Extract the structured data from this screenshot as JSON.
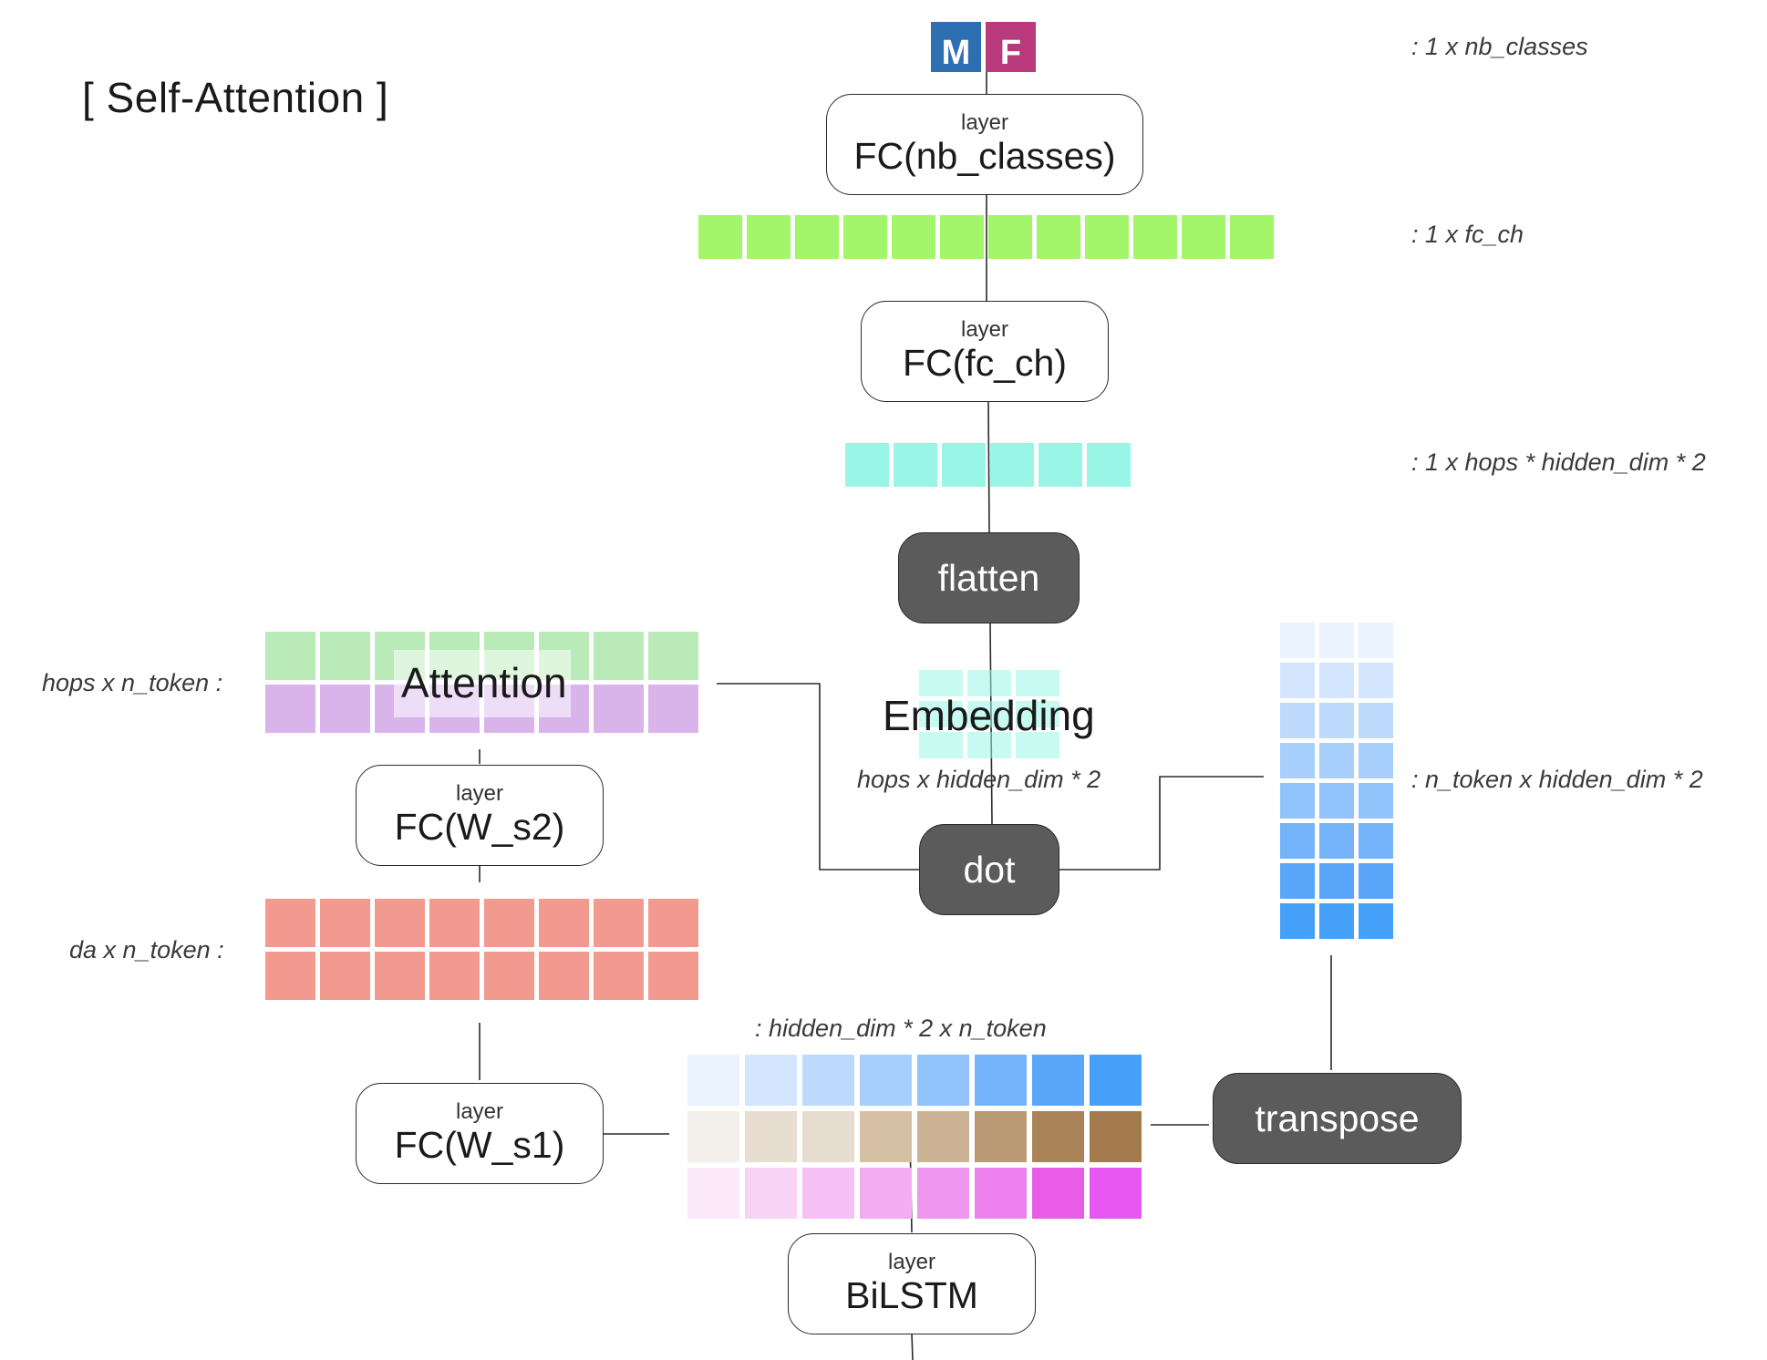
{
  "title": "[ Self-Attention ]",
  "output": {
    "badges": [
      {
        "text": "M",
        "color": "#2e6fb2"
      },
      {
        "text": "F",
        "color": "#b83a7a"
      }
    ]
  },
  "layers": {
    "fc_nb_classes": {
      "small": "layer",
      "big": "FC(nb_classes)"
    },
    "fc_ch": {
      "small": "layer",
      "big": "FC(fc_ch)"
    },
    "fc_ws2": {
      "small": "layer",
      "big": "FC(W_s2)"
    },
    "fc_ws1": {
      "small": "layer",
      "big": "FC(W_s1)"
    },
    "bilstm": {
      "small": "layer",
      "big": "BiLSTM"
    }
  },
  "ops": {
    "flatten": "flatten",
    "dot": "dot",
    "transpose": "transpose"
  },
  "labels": {
    "out_shape": ": 1 x nb_classes",
    "fc_shape": ": 1 x fc_ch",
    "flat_shape": ": 1 x hops * hidden_dim * 2",
    "attention_shape": "hops x n_token :",
    "da_shape": "da x n_token :",
    "embedding_shape": "hops x hidden_dim * 2",
    "transposed_shape": ": n_token x hidden_dim * 2",
    "lstm_shape": ": hidden_dim * 2 x n_token",
    "attention_name": "Attention",
    "embedding_name": "Embedding"
  },
  "colors": {
    "fc_vector": "#a3f56a",
    "flat_vector": "#99f6e6",
    "attention_top": "#b9eab7",
    "attention_bottom": "#d9b4ea",
    "da_matrix": "#f29a90",
    "blue_ramp": [
      "#eaf3fe",
      "#d3e6fd",
      "#bddafc",
      "#a7cffc",
      "#91c3fb",
      "#74b3fa",
      "#58a5f9",
      "#44a0f9"
    ],
    "brown_ramp": [
      "#f3efea",
      "#e7ddd1",
      "#e6dccf",
      "#d5c0a6",
      "#ccb294",
      "#b99a75",
      "#a98458",
      "#a47b4c"
    ],
    "pink_ramp": [
      "#fbe8f8",
      "#f8d3f6",
      "#f6c0f6",
      "#f2acf1",
      "#ef97ef",
      "#ed82ee",
      "#e95de6",
      "#e758f1"
    ]
  }
}
